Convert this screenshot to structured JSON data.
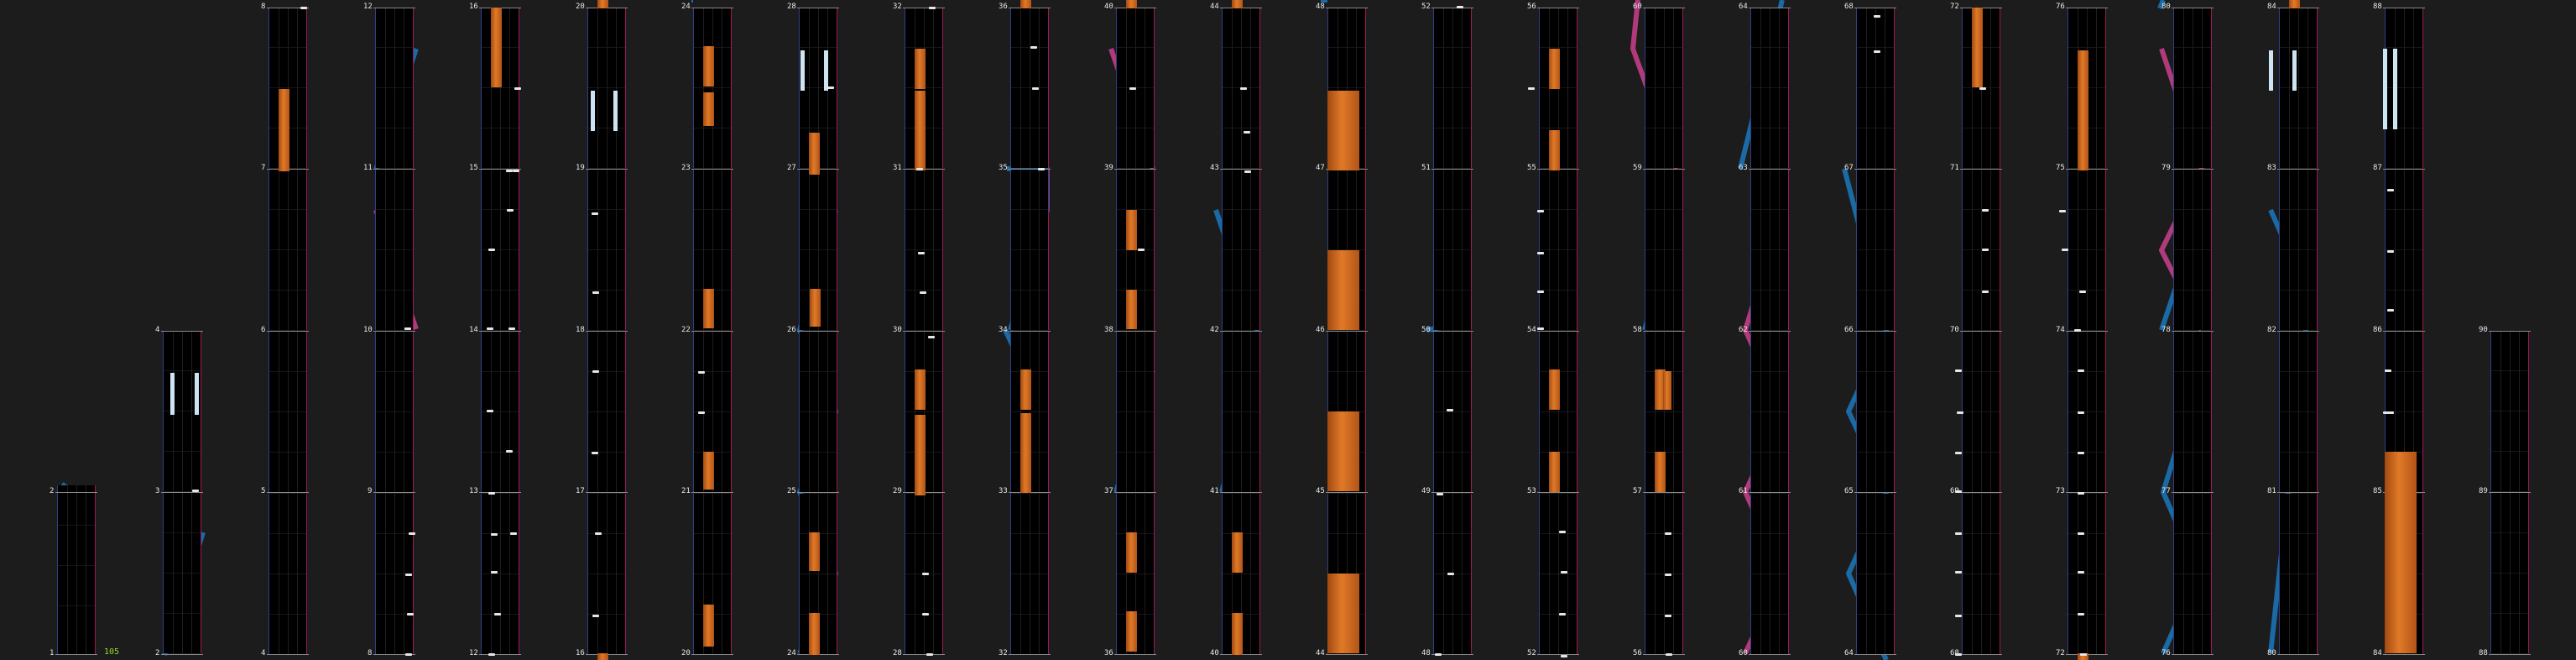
{
  "editor": {
    "bpm_label": "105",
    "accent_colors": {
      "left_border": "#2f3f88",
      "right_border": "#a0185a",
      "blue_lane": "#1a6aa6",
      "pink_lane": "#b03a7c",
      "hold_bar": "#d9742a",
      "tap": "#e6e6e6",
      "bpm": "#9bd62a"
    }
  },
  "measure_labels": {
    "col0": [
      "1",
      "2"
    ],
    "col1": [
      "2",
      "3",
      "4"
    ],
    "col2": [
      "4",
      "5",
      "6",
      "7",
      "8"
    ],
    "col3": [
      "8",
      "9",
      "10",
      "11",
      "12"
    ],
    "col4": [
      "12",
      "13",
      "14",
      "15",
      "16"
    ],
    "col5": [
      "16",
      "17",
      "18",
      "19",
      "20"
    ],
    "col6": [
      "20",
      "21",
      "22",
      "23",
      "24"
    ],
    "col7": [
      "24",
      "25",
      "26",
      "27",
      "28"
    ],
    "col8": [
      "28",
      "29",
      "30",
      "31",
      "32"
    ],
    "col9": [
      "32",
      "33",
      "34",
      "35",
      "36"
    ],
    "col10": [
      "36",
      "37",
      "38",
      "39",
      "40"
    ],
    "col11": [
      "40",
      "41",
      "42",
      "43",
      "44"
    ],
    "col12": [
      "44",
      "45",
      "46",
      "47",
      "48"
    ],
    "col13": [
      "48",
      "49",
      "50",
      "51",
      "52"
    ],
    "col14": [
      "52",
      "53",
      "54",
      "55",
      "56"
    ],
    "col15": [
      "56",
      "57",
      "58",
      "59",
      "60"
    ],
    "col16": [
      "60",
      "61",
      "62",
      "63",
      "64"
    ],
    "col17": [
      "64",
      "65",
      "66",
      "67",
      "68"
    ],
    "col18": [
      "68",
      "69",
      "70",
      "71",
      "72"
    ],
    "col19": [
      "72",
      "73",
      "74",
      "75",
      "76"
    ],
    "col20": [
      "76",
      "77",
      "78",
      "79",
      "80"
    ],
    "col21": [
      "80",
      "81",
      "82",
      "83",
      "84"
    ],
    "col22": [
      "84",
      "85",
      "86",
      "87",
      "88"
    ],
    "col23": [
      "88",
      "89",
      "90"
    ]
  }
}
